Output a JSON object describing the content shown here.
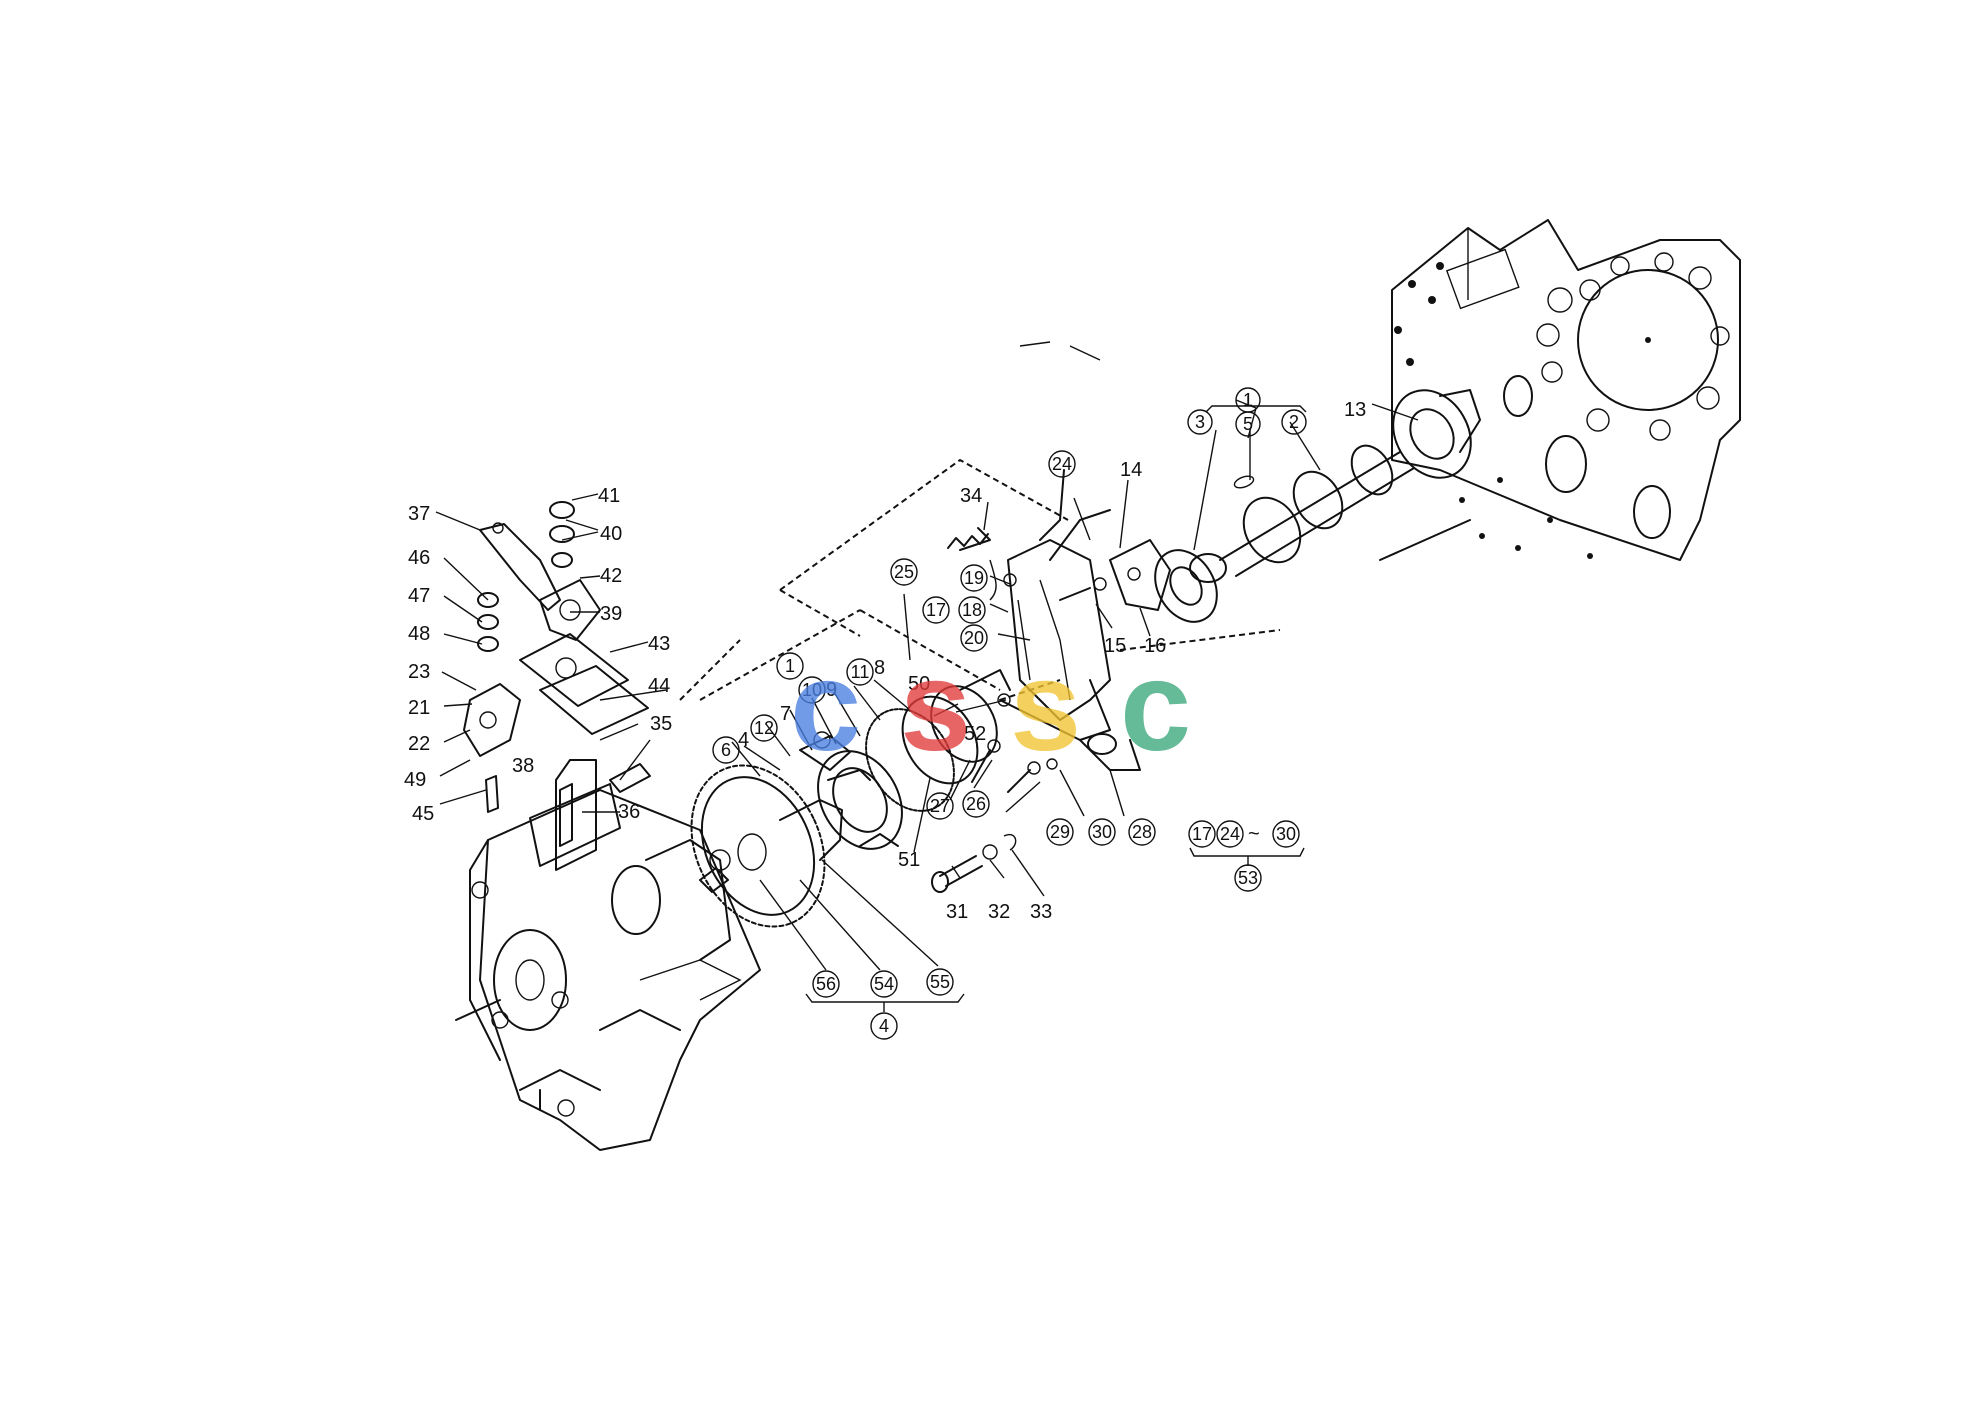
{
  "parts": {
    "p1": "1",
    "p2": "2",
    "p3": "3",
    "p4": "4",
    "p5": "5",
    "p6": "6",
    "p7": "7",
    "p8": "8",
    "p9": "9",
    "p10": "10",
    "p11": "11",
    "p12": "12",
    "p13": "13",
    "p14": "14",
    "p15": "15",
    "p16": "16",
    "p17": "17",
    "p18": "18",
    "p19": "19",
    "p20": "20",
    "p21": "21",
    "p22": "22",
    "p23": "23",
    "p24": "24",
    "p25": "25",
    "p26": "26",
    "p27": "27",
    "p28": "28",
    "p29": "29",
    "p30": "30",
    "p31": "31",
    "p32": "32",
    "p33": "33",
    "p34": "34",
    "p35": "35",
    "p36": "36",
    "p37": "37",
    "p38": "38",
    "p39": "39",
    "p40": "40",
    "p41": "41",
    "p42": "42",
    "p43": "43",
    "p44": "44",
    "p45": "45",
    "p46": "46",
    "p47": "47",
    "p48": "48",
    "p49": "49",
    "p50": "50",
    "p51": "51",
    "p52": "52",
    "p53": "53",
    "p54": "54",
    "p55": "55",
    "p56": "56"
  },
  "tilde": "~",
  "watermark": {
    "letters": [
      "c",
      "s",
      "s",
      "c"
    ],
    "colors": [
      "#4a7fe0",
      "#e23b3b",
      "#f2c531",
      "#3aa87a"
    ]
  }
}
